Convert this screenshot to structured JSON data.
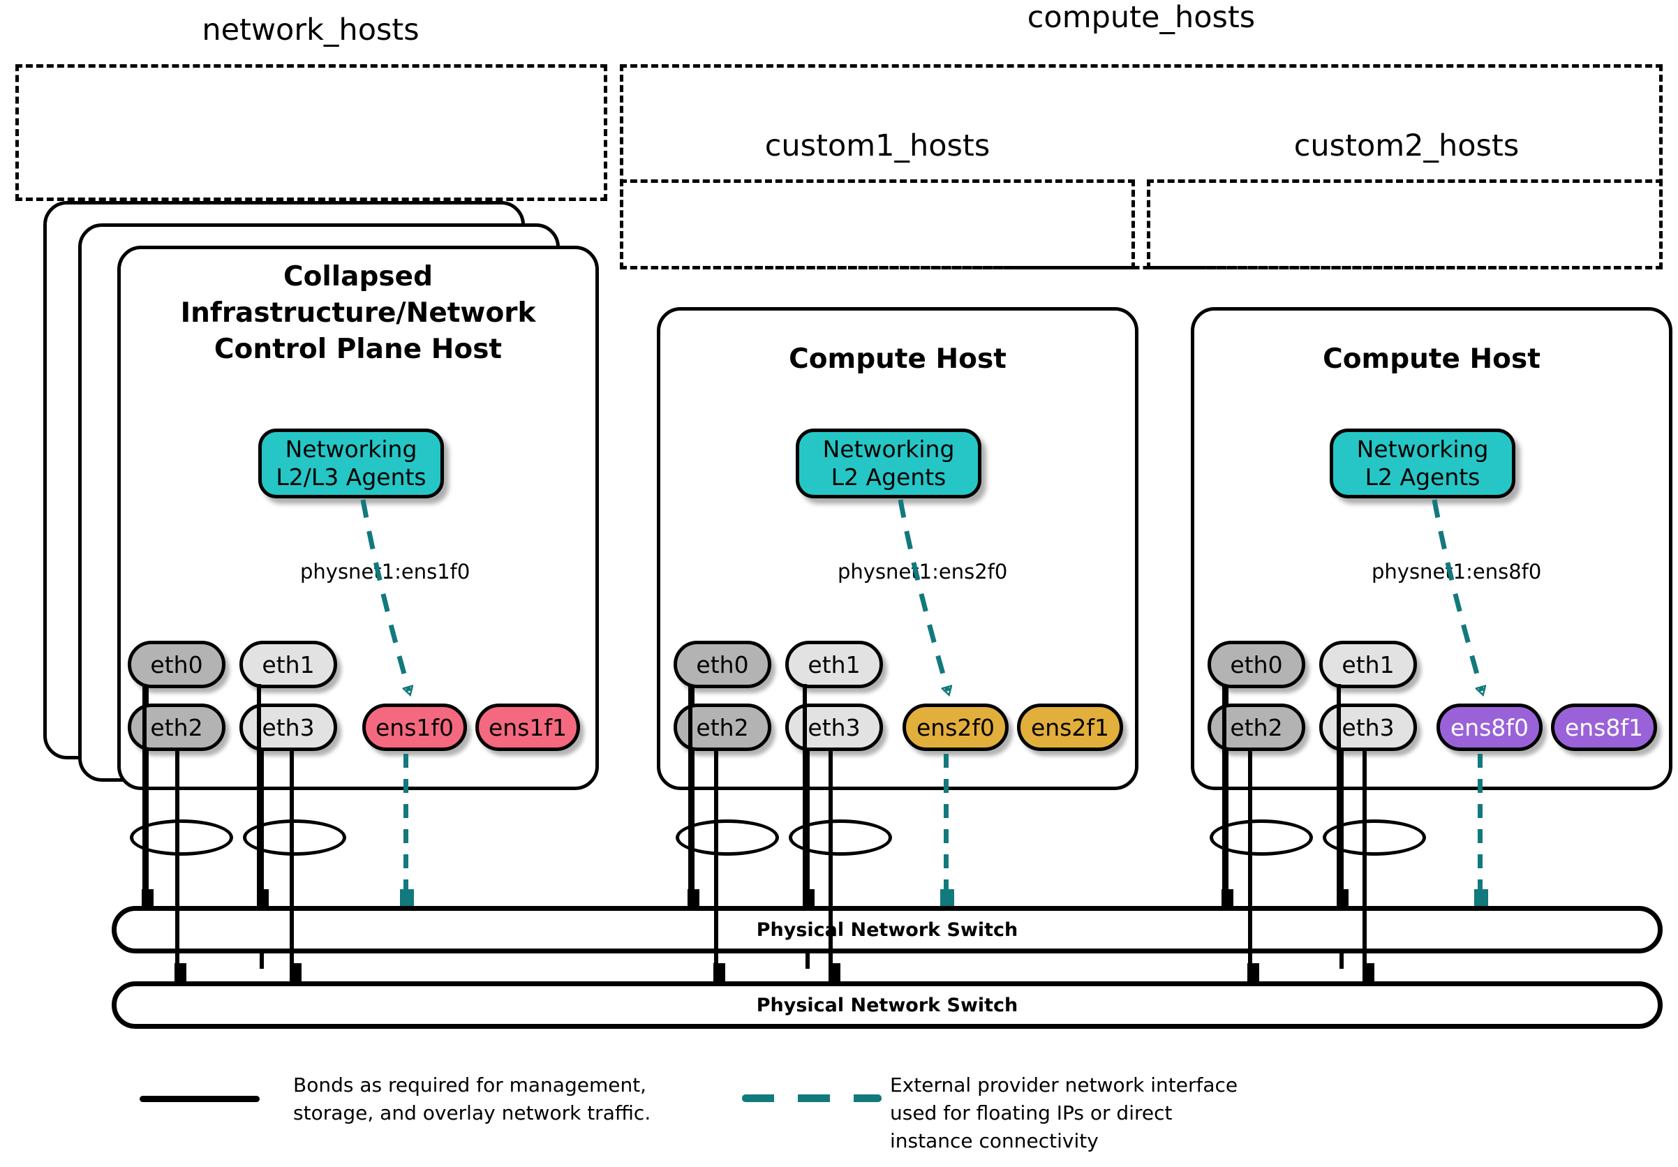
{
  "groups": [
    {
      "name": "network_hosts",
      "label": "network_hosts"
    },
    {
      "name": "compute_hosts",
      "label": "compute_hosts"
    },
    {
      "name": "custom1_hosts",
      "label": "custom1_hosts"
    },
    {
      "name": "custom2_hosts",
      "label": "custom2_hosts"
    }
  ],
  "hosts": [
    {
      "id": "network-host",
      "title": "Collapsed\nInfrastructure/Network\nControl Plane Host",
      "title_lines": [
        "Collapsed",
        "Infrastructure/Network",
        "Control Plane Host"
      ],
      "stacked": true,
      "agent": {
        "line1": "Networking",
        "line2": "L2/L3 Agents"
      },
      "physnet": "physnet1:ens1f0",
      "nics_top": [
        {
          "label": "eth0",
          "color": "#b3b3b3",
          "text": "#000000"
        },
        {
          "label": "eth1",
          "color": "#e2e2e2",
          "text": "#000000"
        }
      ],
      "nics_bottom": [
        {
          "label": "eth2",
          "color": "#b3b3b3",
          "text": "#000000"
        },
        {
          "label": "eth3",
          "color": "#e2e2e2",
          "text": "#000000"
        },
        {
          "label": "ens1f0",
          "color": "#f4697f",
          "text": "#000000"
        },
        {
          "label": "ens1f1",
          "color": "#f4697f",
          "text": "#000000"
        }
      ]
    },
    {
      "id": "compute-host-1",
      "title_lines": [
        "Compute Host"
      ],
      "stacked": false,
      "agent": {
        "line1": "Networking",
        "line2": "L2 Agents"
      },
      "physnet": "physnet1:ens2f0",
      "nics_top": [
        {
          "label": "eth0",
          "color": "#b3b3b3",
          "text": "#000000"
        },
        {
          "label": "eth1",
          "color": "#e2e2e2",
          "text": "#000000"
        }
      ],
      "nics_bottom": [
        {
          "label": "eth2",
          "color": "#b3b3b3",
          "text": "#000000"
        },
        {
          "label": "eth3",
          "color": "#e2e2e2",
          "text": "#000000"
        },
        {
          "label": "ens2f0",
          "color": "#e2ae3c",
          "text": "#000000"
        },
        {
          "label": "ens2f1",
          "color": "#e2ae3c",
          "text": "#000000"
        }
      ]
    },
    {
      "id": "compute-host-2",
      "title_lines": [
        "Compute Host"
      ],
      "stacked": false,
      "agent": {
        "line1": "Networking",
        "line2": "L2 Agents"
      },
      "physnet": "physnet1:ens8f0",
      "nics_top": [
        {
          "label": "eth0",
          "color": "#b3b3b3",
          "text": "#000000"
        },
        {
          "label": "eth1",
          "color": "#e2e2e2",
          "text": "#000000"
        }
      ],
      "nics_bottom": [
        {
          "label": "eth2",
          "color": "#b3b3b3",
          "text": "#000000"
        },
        {
          "label": "eth3",
          "color": "#e2e2e2",
          "text": "#000000"
        },
        {
          "label": "ens8f0",
          "color": "#9a62d8",
          "text": "#ffffff"
        },
        {
          "label": "ens8f1",
          "color": "#9a62d8",
          "text": "#ffffff"
        }
      ]
    }
  ],
  "switches": [
    {
      "label": "Physical Network Switch"
    },
    {
      "label": "Physical Network Switch"
    }
  ],
  "legend": [
    {
      "style": "solid",
      "lines": [
        "Bonds as required for management,",
        "storage, and overlay network traffic."
      ]
    },
    {
      "style": "dashed",
      "lines": [
        "External provider network interface",
        "used for floating IPs or direct",
        "instance connectivity"
      ]
    }
  ],
  "colors": {
    "teal_accent": "#12797d",
    "agent_fill": "#26c6c6",
    "nic_gray_dark": "#b3b3b3",
    "nic_gray_light": "#e2e2e2",
    "nic_pink": "#f4697f",
    "nic_orange": "#e2ae3c",
    "nic_purple": "#9a62d8",
    "stroke": "#000000"
  }
}
